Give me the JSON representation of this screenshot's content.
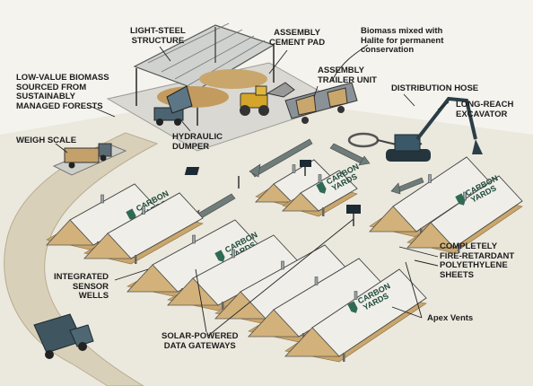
{
  "labels": {
    "light_steel_structure": "LIGHT-STEEL\nSTRUCTURE",
    "assembly_cement_pad": "ASSEMBLY\nCEMENT PAD",
    "biomass_mixed": "Biomass mixed with\nHalite for permanent\nconservation",
    "low_value_biomass": "LOW-VALUE BIOMASS\nSOURCED FROM\nSUSTAINABLY\nMANAGED FORESTS",
    "assembly_trailer_unit": "ASSEMBLY\nTRAILER UNIT",
    "distribution_hose": "DISTRIBUTION HOSE",
    "long_reach_excavator": "LONG-REACH\nEXCAVATOR",
    "weigh_scale": "WEIGH SCALE",
    "hydraulic_dumper": "HYDRAULIC\nDUMPER",
    "integrated_sensor_wells": "INTEGRATED\nSENSOR\nWELLS",
    "fire_retardant_sheets": "COMPLETELY\nFIRE-RETARDANT\nPOLYETHYLENE\nSHEETS",
    "solar_gateways": "SOLAR-POWERED\nDATA GATEWAYS",
    "apex_vents": "Apex Vents"
  },
  "brand": {
    "line1": "CARBON",
    "line2": "YARDS"
  },
  "colors": {
    "sheet": "#efeee8",
    "sheet_shade": "#d9d7cc",
    "biomass": "#c9a66b",
    "brand_green": "#2f6a55",
    "ground": "#e9e6dc",
    "road": "#d8cfb8",
    "vehicle": "#3f5560"
  }
}
